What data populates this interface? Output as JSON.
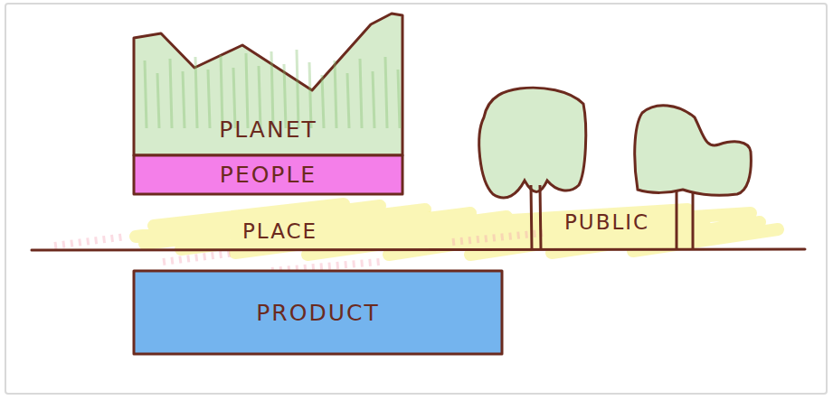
{
  "diagram": {
    "nodes": [
      {
        "text": [
          "PLANET"
        ]
      },
      {
        "text": [
          "PEOPLE"
        ]
      },
      {
        "text": [
          "PRODUCT"
        ]
      }
    ],
    "labels": [
      "PLACE",
      "PUBLIC"
    ]
  }
}
